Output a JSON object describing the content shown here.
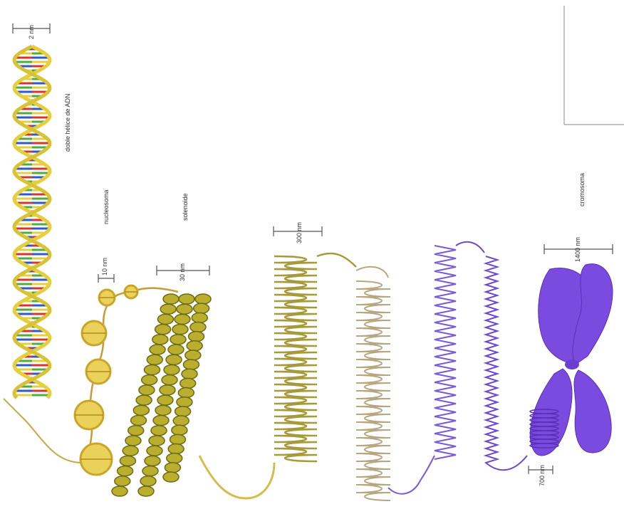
{
  "labels": {
    "dna": "doble hélice de ADN",
    "nucleosome": "nucleosoma",
    "solenoid": "solenoide",
    "chromosome": "cromosoma"
  },
  "scales": {
    "dna": "2 nm",
    "nucleosome": "10 nm",
    "solenoid": "30 nm",
    "loops": "300 nm",
    "chromatid": "700 nm",
    "chromosome": "1400 nm"
  },
  "colors": {
    "dna_backbone": "#e6cf3c",
    "base_red": "#d9342b",
    "base_green": "#4caf3d",
    "base_blue": "#2f58c9",
    "nucleosome_gold": "#c9a62a",
    "solenoid_olive": "#8d8a1b",
    "fiber_tan": "#b39a4a",
    "chromosome_purple": "#7b4be0",
    "chromosome_dark": "#5a2fb8"
  }
}
